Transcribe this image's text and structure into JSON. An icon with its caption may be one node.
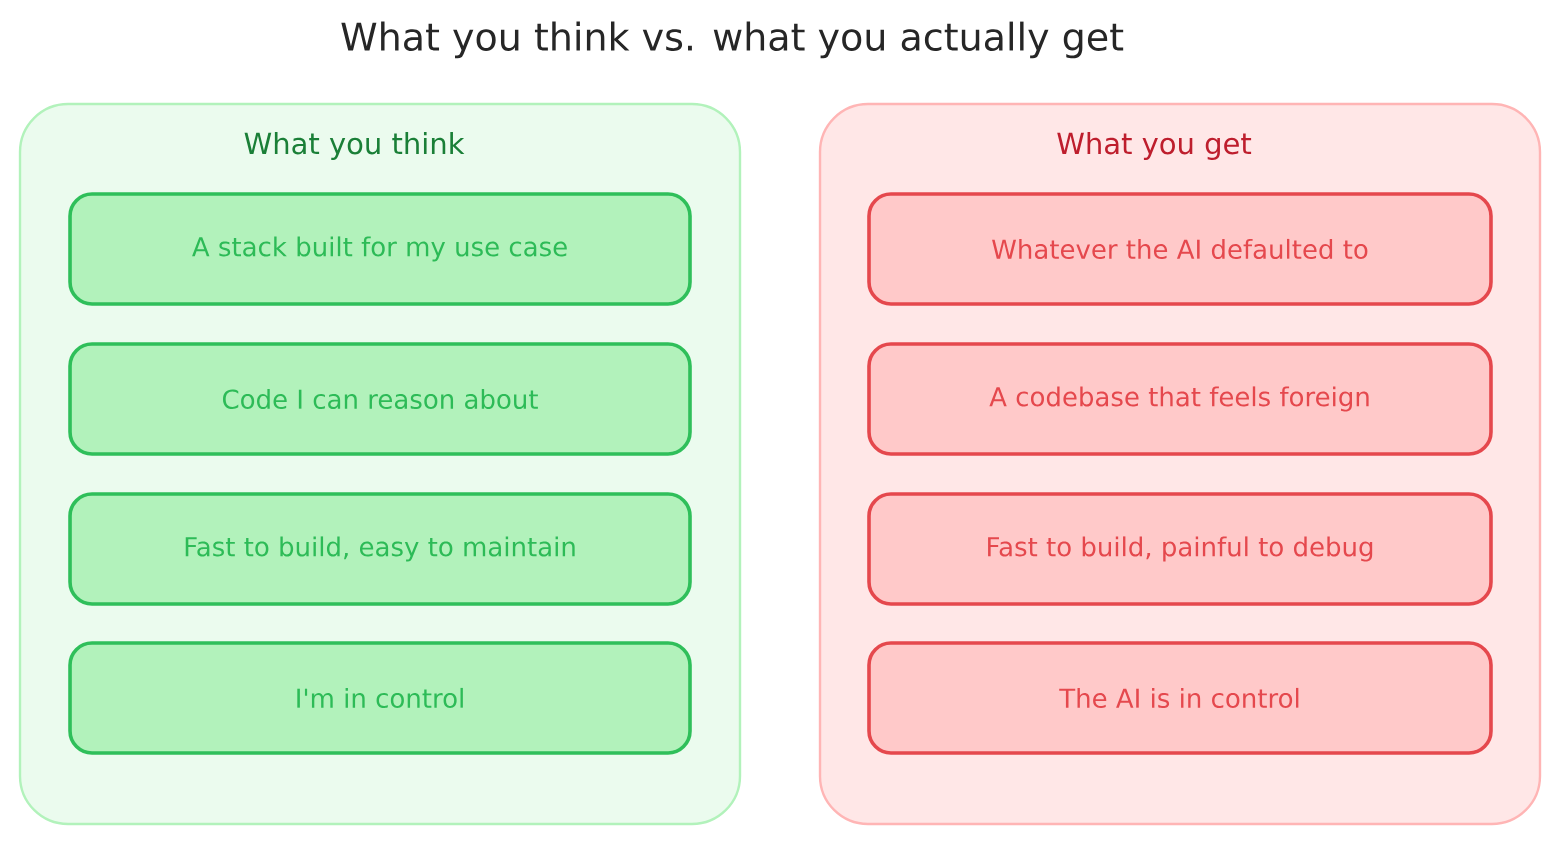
{
  "diagram": {
    "title": "What you think vs. what you actually get",
    "nodes": [
      {
        "text": [
          "What you think"
        ]
      },
      {
        "text": [
          "A stack built for my use case"
        ],
        "in": 0
      },
      {
        "text": [
          "Code I can reason about"
        ],
        "in": 0
      },
      {
        "text": [
          "Fast to build, easy to maintain"
        ],
        "in": 0
      },
      {
        "text": [
          "I'm in control"
        ],
        "in": 0
      },
      {
        "text": [
          "What you get"
        ]
      },
      {
        "text": [
          "Whatever the AI defaulted to"
        ],
        "in": 5
      },
      {
        "text": [
          "A codebase that feels foreign"
        ],
        "in": 5
      },
      {
        "text": [
          "Fast to build, painful to debug"
        ],
        "in": 5
      },
      {
        "text": [
          "The AI is in control"
        ],
        "in": 5
      }
    ]
  }
}
